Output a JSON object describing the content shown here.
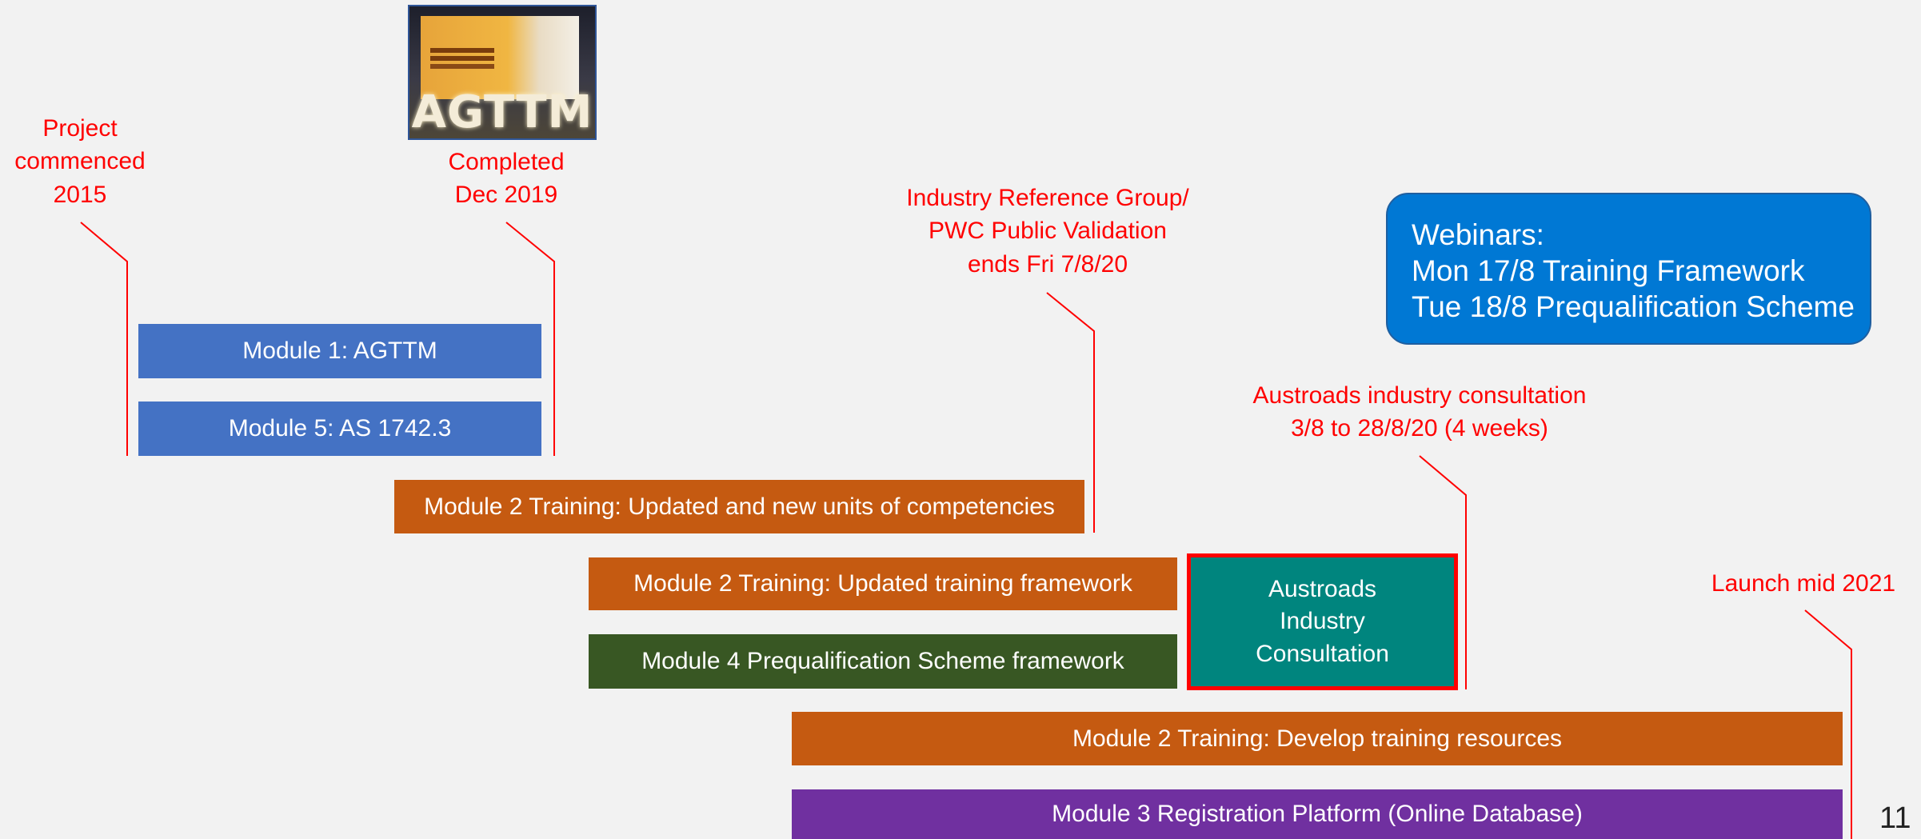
{
  "photo": {
    "word": "AGTTM"
  },
  "labels": {
    "project_commenced": [
      "Project",
      "commenced",
      "2015"
    ],
    "completed": [
      "Completed",
      "Dec 2019"
    ],
    "irg": [
      "Industry Reference Group/",
      "PWC Public Validation",
      "ends Fri 7/8/20"
    ],
    "austroads_consultation": [
      "Austroads industry consultation",
      "3/8 to 28/8/20 (4 weeks)"
    ],
    "launch": [
      "Launch mid 2021"
    ]
  },
  "webinars": [
    "Webinars:",
    "Mon 17/8 Training Framework",
    "Tue 18/8 Prequalification Scheme"
  ],
  "bars": {
    "module1": "Module 1: AGTTM",
    "module5": "Module 5: AS 1742.3",
    "module2_units": "Module 2 Training: Updated and new units of competencies",
    "module2_framework": "Module 2 Training: Updated training framework",
    "module4": "Module 4 Prequalification Scheme framework",
    "consultation": "Austroads Industry Consultation",
    "module2_resources": "Module 2 Training: Develop training resources",
    "module3": "Module 3 Registration Platform (Online Database)"
  },
  "page_number": "11",
  "colors": {
    "blue": "#4472c4",
    "orange": "#c55a11",
    "green": "#385723",
    "purple": "#7030a0",
    "teal": "#00857e",
    "red": "#ff0000",
    "callout": "#0078d4"
  }
}
